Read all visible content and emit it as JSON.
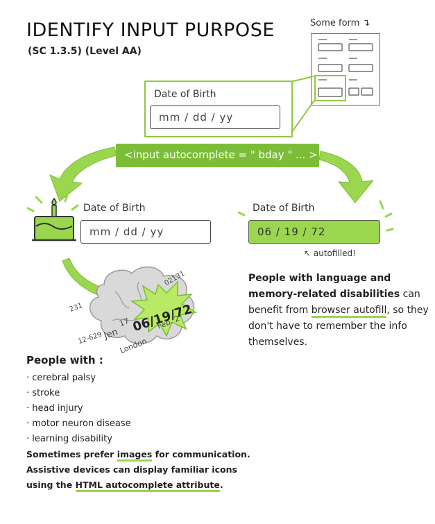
{
  "title": "IDENTIFY INPUT PURPOSE",
  "subtitle": "(SC 1.3.5) (Level AA)",
  "some_form_label": "Some form",
  "top_form": {
    "label": "Date of Birth",
    "value": "mm / dd / yy"
  },
  "code": "<input autocomplete = \" bday \" ... >",
  "left_form": {
    "label": "Date of Birth",
    "value": "mm / dd / yy"
  },
  "right_form": {
    "label": "Date of Birth",
    "value": "06  /  19  /  72"
  },
  "autofilled_note": "autofilled!",
  "memory_bubble": {
    "main": "06/19/72",
    "notes": [
      "02131",
      "231",
      "17",
      "12-629",
      "Jen",
      "London",
      "Feb. 2"
    ]
  },
  "right_text": {
    "bold_part": "People with language and memory-related disabilities",
    "line_a": "can benefit from",
    "highlight_1": "browser autofill",
    "line_b": ", so they don't have to remember the info themselves."
  },
  "left_text": {
    "heading": "People with :",
    "bullets": [
      "cerebral palsy",
      "stroke",
      "head injury",
      "motor neuron disease",
      "learning disability"
    ],
    "para1_a": "Sometimes prefer",
    "para1_highlight": "images",
    "para1_b": "for communication.",
    "para2_a": "Assistive devices can display familiar icons using the",
    "para2_highlight": "HTML autocomplete attribute",
    "para2_b": "."
  },
  "colors": {
    "accent": "#7bbd37",
    "accent_light": "#9ad64e",
    "brain": "#d9d9d9"
  },
  "icons": [
    "birthday-cake-icon",
    "brain-icon",
    "arrow-icon"
  ]
}
